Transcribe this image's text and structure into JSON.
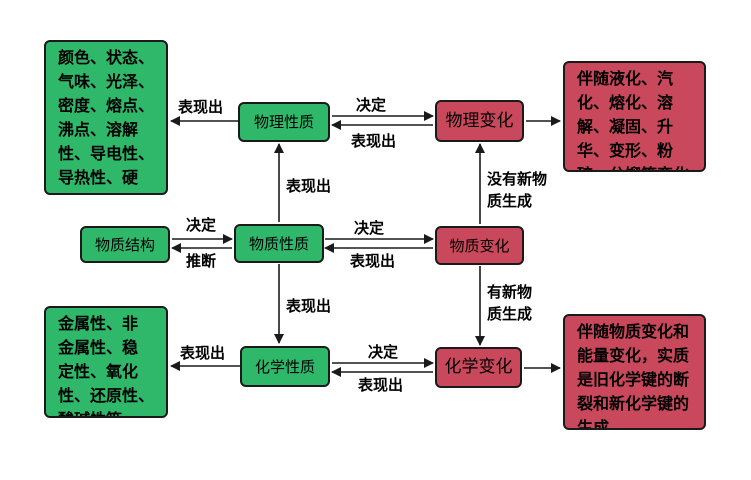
{
  "nodes": {
    "physical_property": "物理性质",
    "substance_property": "物质性质",
    "chemical_property": "化学性质",
    "substance_structure": "物质结构",
    "physical_change": "物理变化",
    "substance_change": "物质变化",
    "chemical_change": "化学变化"
  },
  "lists": {
    "physical_properties": "颜色、状态、\n气味、光泽、\n密度、熔点、\n沸点、溶解\n性、导电性、\n导热性、硬\n度等",
    "chemical_properties": "金属性、非\n金属性、稳\n定性、氧化\n性、还原性、\n酸碱性等",
    "physical_changes": "伴随液化、汽\n化、熔化、溶\n解、凝固、升\n华、变形、粉\n碎、分馏等变化",
    "chemical_changes": "伴随物质变化和\n能量变化，实质\n是旧化学键的断\n裂和新化学键的\n生成"
  },
  "labels": {
    "phys_to_list": "表现出",
    "phys_decide": "决定",
    "phys_reflect": "表现出",
    "sub_to_phys": "表现出",
    "no_new_substance": "没有新物\n质生成",
    "struct_decide": "决定",
    "struct_infer": "推断",
    "sub_decide": "决定",
    "sub_reflect": "表现出",
    "sub_to_chem": "表现出",
    "new_substance": "有新物\n质生成",
    "chem_to_list": "表现出",
    "chem_decide": "决定",
    "chem_reflect": "表现出"
  },
  "colors": {
    "property": "#2fb86a",
    "change": "#c9485b",
    "line": "#1a1a1a"
  }
}
